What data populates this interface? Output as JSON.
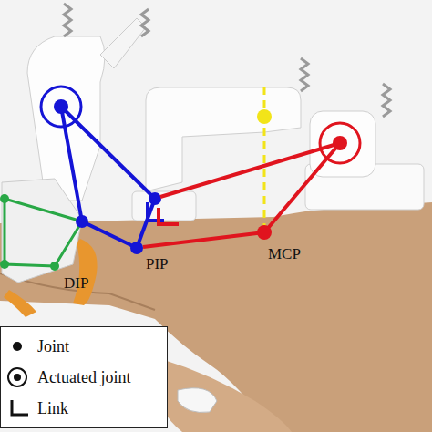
{
  "diagram": {
    "labels": [
      "DIP",
      "PIP",
      "MCP"
    ],
    "legend": [
      {
        "text": "Joint"
      },
      {
        "text": "Actuated joint"
      },
      {
        "text": "Link"
      }
    ]
  }
}
